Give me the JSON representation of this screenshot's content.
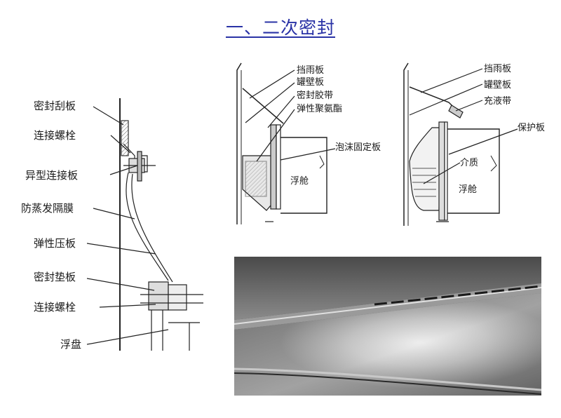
{
  "page": {
    "title": "一、二次密封"
  },
  "left_diagram": {
    "labels": [
      "密封刮板",
      "连接螺栓",
      "异型连接板",
      "防蒸发隔膜",
      "弹性压板",
      "密封垫板",
      "连接螺栓",
      "浮盘"
    ]
  },
  "middle_diagram": {
    "labels": [
      "挡雨板",
      "罐壁板",
      "密封胶带",
      "弹性聚氨酯",
      "泡沫固定板",
      "浮舱"
    ]
  },
  "right_diagram": {
    "labels": [
      "挡雨板",
      "罐壁板",
      "充液带",
      "保护板",
      "介质",
      "浮舱"
    ]
  },
  "photo": {
    "description_hidden": ""
  }
}
